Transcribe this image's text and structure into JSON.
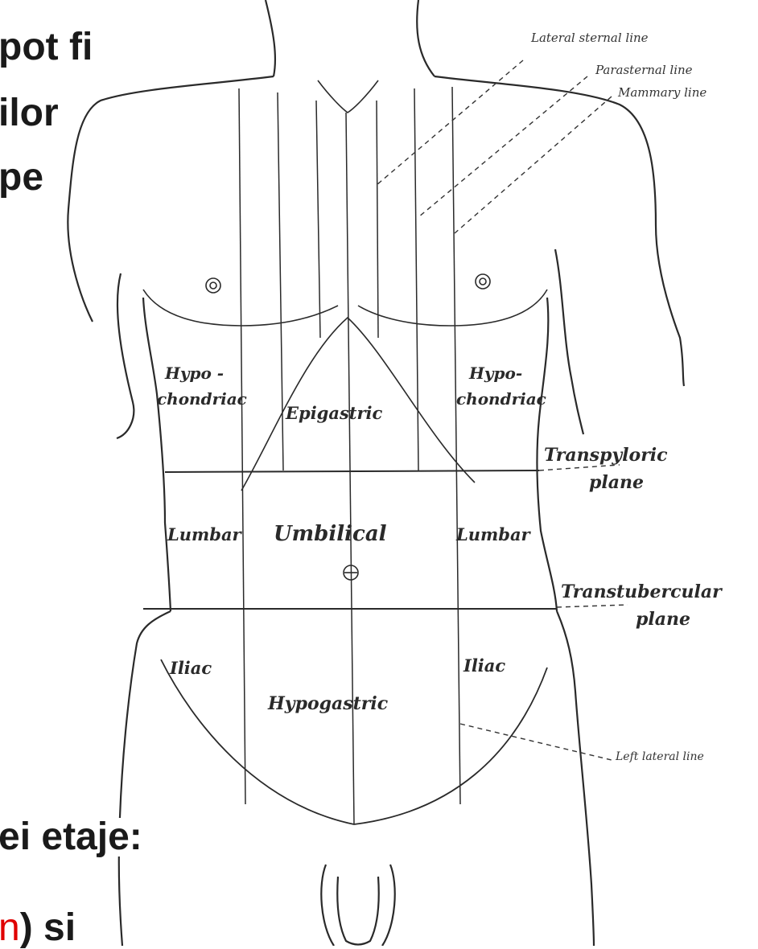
{
  "slide_text": {
    "line1": "pot fi",
    "line2": "ilor",
    "line3": "pe",
    "line4": "ei etaje:",
    "line5_red": "n",
    "line5_rest": ") si"
  },
  "diagram": {
    "lines": {
      "lateral_sternal": "Lateral sternal line",
      "parasternal": "Parasternal line",
      "mammary": "Mammary line",
      "left_lateral": "Left lateral line"
    },
    "planes": {
      "transpyloric_1": "Transpyloric",
      "transpyloric_2": "plane",
      "transtubercular_1": "Transtubercular",
      "transtubercular_2": "plane"
    },
    "regions": {
      "hypochondriac_left_1": "Hypo -",
      "hypochondriac_left_2": "chondriac",
      "hypochondriac_right_1": "Hypo-",
      "hypochondriac_right_2": "chondriac",
      "epigastric": "Epigastric",
      "lumbar_left": "Lumbar",
      "umbilical": "Umbilical",
      "lumbar_right": "Lumbar",
      "iliac_left": "Iliac",
      "iliac_right": "Iliac",
      "hypogastric": "Hypogastric"
    }
  },
  "colors": {
    "ink": "#2a2a2a",
    "text": "#1a1a1a",
    "accent_red": "#e00000",
    "background": "#ffffff"
  }
}
